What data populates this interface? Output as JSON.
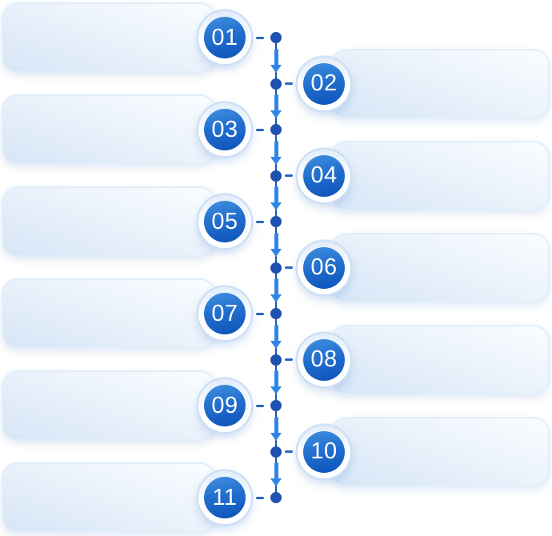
{
  "diagram": {
    "type": "vertical-timeline",
    "title": "",
    "steps": [
      {
        "label": "01",
        "side": "left",
        "card_text": ""
      },
      {
        "label": "02",
        "side": "right",
        "card_text": ""
      },
      {
        "label": "03",
        "side": "left",
        "card_text": ""
      },
      {
        "label": "04",
        "side": "right",
        "card_text": ""
      },
      {
        "label": "05",
        "side": "left",
        "card_text": ""
      },
      {
        "label": "06",
        "side": "right",
        "card_text": ""
      },
      {
        "label": "07",
        "side": "left",
        "card_text": ""
      },
      {
        "label": "08",
        "side": "right",
        "card_text": ""
      },
      {
        "label": "09",
        "side": "left",
        "card_text": ""
      },
      {
        "label": "10",
        "side": "right",
        "card_text": ""
      },
      {
        "label": "11",
        "side": "left",
        "card_text": ""
      }
    ],
    "icons": {
      "between_steps": "arrow-down-icon",
      "node_marker": "timeline-dot",
      "node_connector": "connector-dash"
    },
    "colors": {
      "circle_top": "#4190df",
      "circle_bottom": "#0c52b9",
      "ring": "#ffffff",
      "halo": "#cddff5",
      "dot": "#1f51af",
      "line": "#1e52ae",
      "dash": "#2465c4",
      "arrow": "#2f85e6",
      "card_light": "#fafdff",
      "card_dark": "#d7e5f6",
      "number_text": "#ffffff"
    }
  }
}
